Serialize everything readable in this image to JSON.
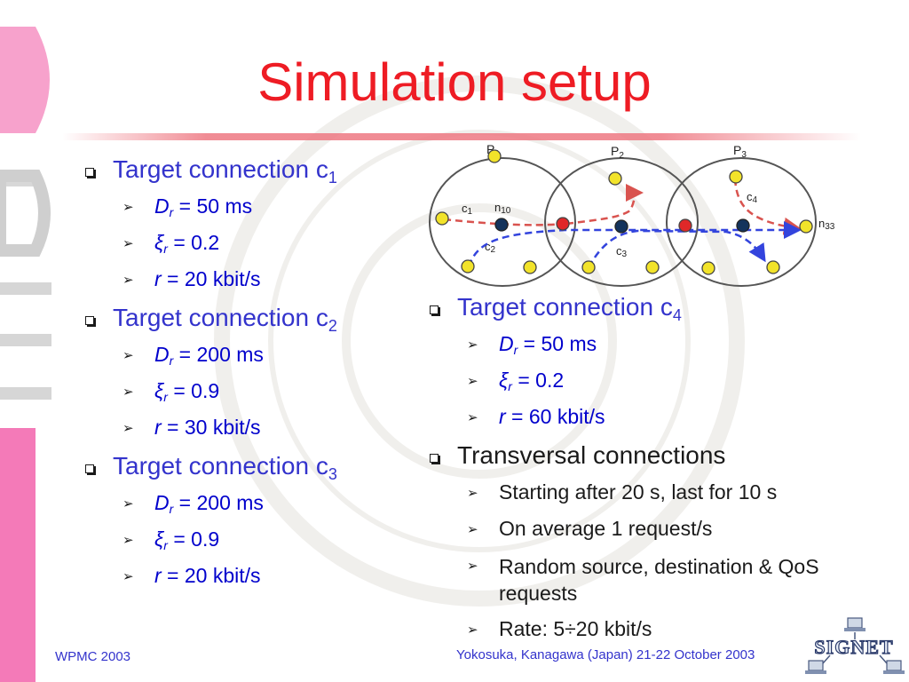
{
  "slide": {
    "title": "Simulation setup"
  },
  "left_column": [
    {
      "heading": "Target connection c",
      "heading_sub": "1",
      "items": [
        {
          "sym": "D",
          "sub": "r",
          "rest": " = 50  ms"
        },
        {
          "sym": "ξ",
          "sub": "r",
          "rest": " = 0.2"
        },
        {
          "sym": "r",
          "sub": "",
          "rest": "  = 20 kbit/s"
        }
      ]
    },
    {
      "heading": "Target connection c",
      "heading_sub": "2",
      "items": [
        {
          "sym": "D",
          "sub": "r",
          "rest": " = 200  ms"
        },
        {
          "sym": "ξ",
          "sub": "r",
          "rest": " = 0.9"
        },
        {
          "sym": "r",
          "sub": "",
          "rest": "  = 30 kbit/s"
        }
      ]
    },
    {
      "heading": "Target connection c",
      "heading_sub": "3",
      "items": [
        {
          "sym": "D",
          "sub": "r",
          "rest": " = 200  ms"
        },
        {
          "sym": "ξ",
          "sub": "r",
          "rest": " = 0.9"
        },
        {
          "sym": "r",
          "sub": "",
          "rest": "  = 20 kbit/s"
        }
      ]
    }
  ],
  "right_column": {
    "c4": {
      "heading": "Target connection c",
      "heading_sub": "4",
      "items": [
        {
          "sym": "D",
          "sub": "r",
          "rest": " = 50  ms"
        },
        {
          "sym": "ξ",
          "sub": "r",
          "rest": " = 0.2"
        },
        {
          "sym": "r",
          "sub": "",
          "rest": "  = 60 kbit/s"
        }
      ]
    },
    "transversal": {
      "heading": "Transversal connections",
      "items": [
        "Starting after 20 s, last for 10 s",
        "On average 1 request/s",
        "Random source, destination & QoS requests",
        "Rate: 5÷20 kbit/s"
      ]
    }
  },
  "diagram": {
    "piconets": [
      {
        "label": "P",
        "sub": "1"
      },
      {
        "label": "P",
        "sub": "2"
      },
      {
        "label": "P",
        "sub": "3"
      }
    ],
    "connections": [
      {
        "label": "c",
        "sub": "1"
      },
      {
        "label": "c",
        "sub": "2"
      },
      {
        "label": "c",
        "sub": "3"
      },
      {
        "label": "c",
        "sub": "4"
      }
    ],
    "nodes": [
      {
        "label": "n",
        "sub": "10"
      },
      {
        "label": "n",
        "sub": "33"
      }
    ],
    "colors": {
      "node_fill": "#f2e32a",
      "bridge_fill": "#e02828",
      "master_fill": "#14335c",
      "red_arrow": "#d9534f",
      "blue_arrow": "#3344dd"
    }
  },
  "footer": {
    "left": "WPMC 2003",
    "center": "Yokosuka, Kanagawa (Japan) 21-22 October 2003",
    "logo_text": "SIGNET"
  },
  "colors": {
    "title": "#ee1c24",
    "heading_blue": "#3333cc",
    "value_blue": "#0000cc",
    "pink": "#f47ab8"
  }
}
